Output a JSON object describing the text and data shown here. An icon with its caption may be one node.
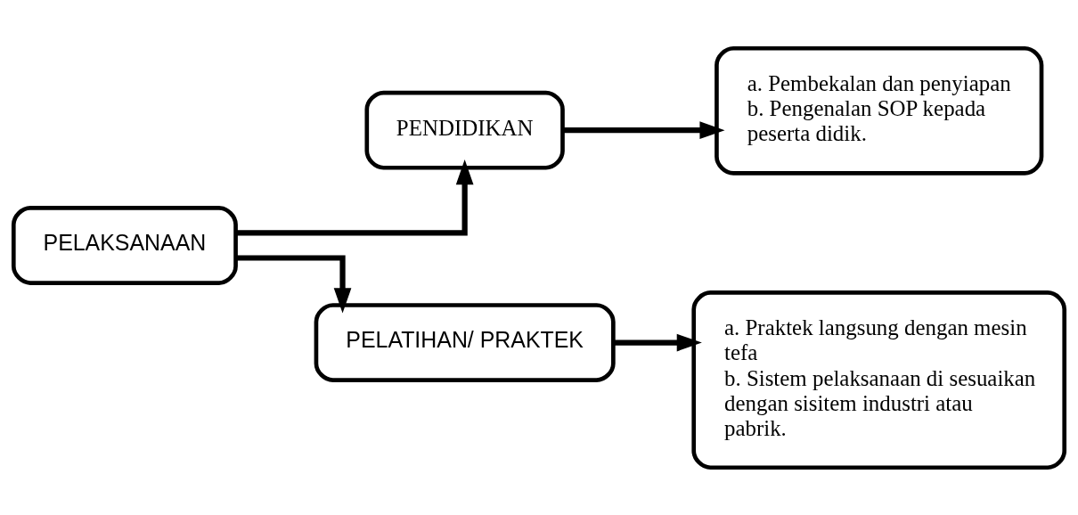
{
  "diagram": {
    "nodes": [
      {
        "text": [
          "PELAKSANAAN"
        ]
      },
      {
        "text": [
          "PENDIDIKAN"
        ]
      },
      {
        "text": [
          "PELATIHAN/ PRAKTEK"
        ]
      },
      {
        "text": [
          "a. Pembekalan dan penyiapan",
          "b. Pengenalan SOP kepada peserta didik."
        ]
      },
      {
        "text": [
          "a. Praktek langsung dengan mesin tefa",
          "b. Sistem pelaksanaan di sesuaikan dengan sisitem industri atau pabrik."
        ]
      }
    ],
    "edges": [
      {
        "from": 0,
        "to": 1,
        "arrow": "to"
      },
      {
        "from": 0,
        "to": 2,
        "arrow": "to"
      },
      {
        "from": 1,
        "to": 3,
        "arrow": "to"
      },
      {
        "from": 2,
        "to": 4,
        "arrow": "to"
      }
    ]
  }
}
